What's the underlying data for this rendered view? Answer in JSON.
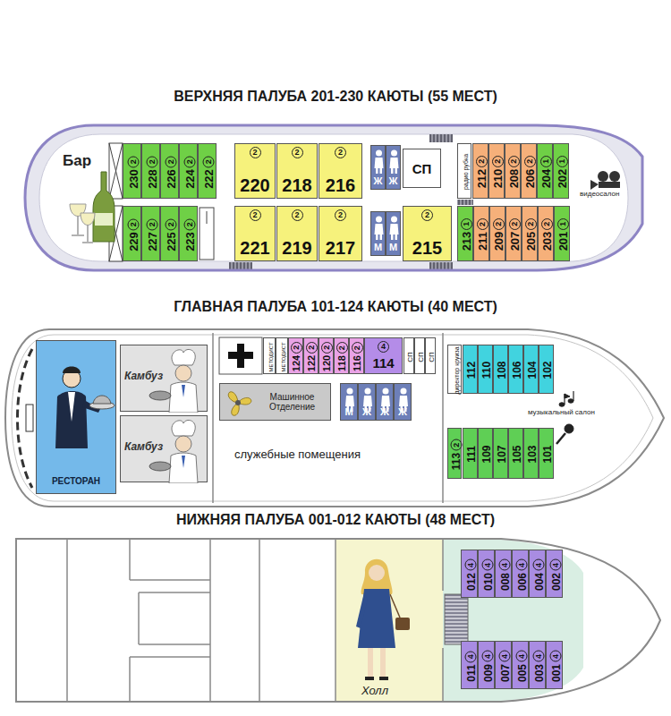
{
  "diagram": {
    "nodes": [
      {
        "text": [
          "ВЕРХНЯЯ ПАЛУБА 201-230 КАЮТЫ (55 МЕСТ)"
        ]
      },
      {
        "text": [
          "230",
          "2"
        ],
        "in": 0
      },
      {
        "text": [
          "228",
          "2"
        ],
        "in": 0
      },
      {
        "text": [
          "226",
          "2"
        ],
        "in": 0
      },
      {
        "text": [
          "224",
          "2"
        ],
        "in": 0
      },
      {
        "text": [
          "222",
          "2"
        ],
        "in": 0
      },
      {
        "text": [
          "220",
          "2"
        ],
        "in": 0
      },
      {
        "text": [
          "218",
          "2"
        ],
        "in": 0
      },
      {
        "text": [
          "216",
          "2"
        ],
        "in": 0
      },
      {
        "text": [
          "Ж"
        ],
        "in": 0
      },
      {
        "text": [
          "Ж"
        ],
        "in": 0
      },
      {
        "text": [
          "СП"
        ],
        "in": 0
      },
      {
        "text": [
          "радио рубка"
        ],
        "in": 0
      },
      {
        "text": [
          "212",
          "2"
        ],
        "in": 0
      },
      {
        "text": [
          "210",
          "2"
        ],
        "in": 0
      },
      {
        "text": [
          "208",
          "2"
        ],
        "in": 0
      },
      {
        "text": [
          "206",
          "2"
        ],
        "in": 0
      },
      {
        "text": [
          "204",
          "1"
        ],
        "in": 0
      },
      {
        "text": [
          "202",
          "1"
        ],
        "in": 0
      },
      {
        "text": [
          "229",
          "2"
        ],
        "in": 0
      },
      {
        "text": [
          "227",
          "2"
        ],
        "in": 0
      },
      {
        "text": [
          "225",
          "2"
        ],
        "in": 0
      },
      {
        "text": [
          "223",
          "2"
        ],
        "in": 0
      },
      {
        "text": [
          "221",
          "2"
        ],
        "in": 0
      },
      {
        "text": [
          "219",
          "2"
        ],
        "in": 0
      },
      {
        "text": [
          "217",
          "2"
        ],
        "in": 0
      },
      {
        "text": [
          "М"
        ],
        "in": 0
      },
      {
        "text": [
          "М"
        ],
        "in": 0
      },
      {
        "text": [
          "215",
          "2"
        ],
        "in": 0
      },
      {
        "text": [
          "213",
          "1"
        ],
        "in": 0
      },
      {
        "text": [
          "211",
          "2"
        ],
        "in": 0
      },
      {
        "text": [
          "209",
          "2"
        ],
        "in": 0
      },
      {
        "text": [
          "207",
          "2"
        ],
        "in": 0
      },
      {
        "text": [
          "205",
          "2"
        ],
        "in": 0
      },
      {
        "text": [
          "203",
          "2"
        ],
        "in": 0
      },
      {
        "text": [
          "201",
          "1"
        ],
        "in": 0
      },
      {
        "text": [
          "ГЛАВНАЯ ПАЛУБА 101-124 КАЮТЫ (40 МЕСТ)"
        ]
      },
      {
        "text": [
          "РЕСТОРАН"
        ],
        "in": 36
      },
      {
        "text": [
          "Камбуз"
        ],
        "in": 36
      },
      {
        "text": [
          "Камбуз"
        ],
        "in": 36
      },
      {
        "text": [
          "МЕТОДИСТ"
        ],
        "in": 36
      },
      {
        "text": [
          "МЕТОДИСТ"
        ],
        "in": 36
      },
      {
        "text": [
          "124",
          "2"
        ],
        "in": 36
      },
      {
        "text": [
          "122",
          "2"
        ],
        "in": 36
      },
      {
        "text": [
          "120",
          "2"
        ],
        "in": 36
      },
      {
        "text": [
          "118",
          "2"
        ],
        "in": 36
      },
      {
        "text": [
          "116",
          "2"
        ],
        "in": 36
      },
      {
        "text": [
          "114",
          "4"
        ],
        "in": 36
      },
      {
        "text": [
          "СП"
        ],
        "in": 36
      },
      {
        "text": [
          "СП"
        ],
        "in": 36
      },
      {
        "text": [
          "СП"
        ],
        "in": 36
      },
      {
        "text": [
          "директор круиза"
        ],
        "in": 36
      },
      {
        "text": [
          "112"
        ],
        "in": 36
      },
      {
        "text": [
          "110"
        ],
        "in": 36
      },
      {
        "text": [
          "108"
        ],
        "in": 36
      },
      {
        "text": [
          "106"
        ],
        "in": 36
      },
      {
        "text": [
          "104"
        ],
        "in": 36
      },
      {
        "text": [
          "102"
        ],
        "in": 36
      },
      {
        "text": [
          "Машинное Отделение"
        ],
        "in": 36
      },
      {
        "text": [
          "М"
        ],
        "in": 36
      },
      {
        "text": [
          "Ж"
        ],
        "in": 36
      },
      {
        "text": [
          "Ж"
        ],
        "in": 36
      },
      {
        "text": [
          "Ж"
        ],
        "in": 36
      },
      {
        "text": [
          "113",
          "2"
        ],
        "in": 36
      },
      {
        "text": [
          "111"
        ],
        "in": 36
      },
      {
        "text": [
          "109"
        ],
        "in": 36
      },
      {
        "text": [
          "107"
        ],
        "in": 36
      },
      {
        "text": [
          "105"
        ],
        "in": 36
      },
      {
        "text": [
          "103"
        ],
        "in": 36
      },
      {
        "text": [
          "101"
        ],
        "in": 36
      },
      {
        "text": [
          "НИЖНЯЯ ПАЛУБА 001-012 КАЮТЫ (48 МЕСТ)"
        ]
      },
      {
        "text": [
          "012",
          "4"
        ],
        "in": 70
      },
      {
        "text": [
          "010",
          "4"
        ],
        "in": 70
      },
      {
        "text": [
          "008",
          "4"
        ],
        "in": 70
      },
      {
        "text": [
          "006",
          "4"
        ],
        "in": 70
      },
      {
        "text": [
          "004",
          "4"
        ],
        "in": 70
      },
      {
        "text": [
          "002",
          "4"
        ],
        "in": 70
      },
      {
        "text": [
          "011",
          "4"
        ],
        "in": 70
      },
      {
        "text": [
          "009",
          "4"
        ],
        "in": 70
      },
      {
        "text": [
          "007",
          "4"
        ],
        "in": 70
      },
      {
        "text": [
          "005",
          "4"
        ],
        "in": 70
      },
      {
        "text": [
          "003",
          "4"
        ],
        "in": 70
      },
      {
        "text": [
          "001",
          "4"
        ],
        "in": 70
      }
    ],
    "labels": [
      "Бар",
      "видеосалон",
      "служебные помещения",
      "музыкальный салон",
      "Холл"
    ]
  }
}
